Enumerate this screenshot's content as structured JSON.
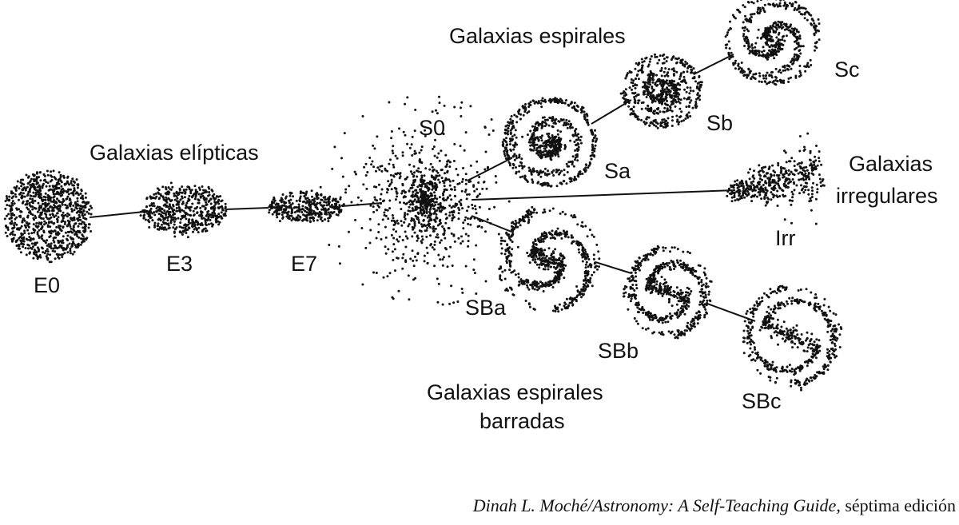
{
  "groups": {
    "elliptical": "Galaxias elípticas",
    "spiral": "Galaxias espirales",
    "barred_line1": "Galaxias espirales",
    "barred_line2": "barradas",
    "irregular_line1": "Galaxias",
    "irregular_line2": "irregulares"
  },
  "galaxies": {
    "E0": "E0",
    "E3": "E3",
    "E7": "E7",
    "S0": "S0",
    "Sa": "Sa",
    "Sb": "Sb",
    "Sc": "Sc",
    "SBa": "SBa",
    "SBb": "SBb",
    "SBc": "SBc",
    "Irr": "Irr"
  },
  "caption": {
    "italic": "Dinah L. Moché/Astronomy: A Self-Teaching Guide",
    "rest": ", séptima edición"
  }
}
